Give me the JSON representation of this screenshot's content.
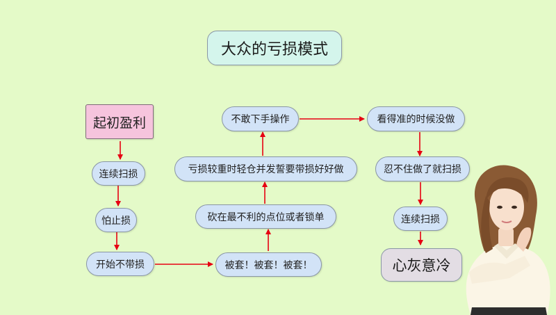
{
  "title": "大众的亏损模式",
  "colors": {
    "background": "#e4fac8",
    "node_fill": "#d2e3f7",
    "arrow": "#e60012",
    "start_fill": "#f6c4dd",
    "end_fill": "#e3dde4",
    "title_fill": "#d4f5ec"
  },
  "nodes": {
    "start": "起初盈利",
    "n1": "连续扫损",
    "n2": "怕止损",
    "n3": "开始不带损",
    "n4": "被套！被套！被套！",
    "n5": "砍在最不利的点位或者锁单",
    "n6": "亏损较重时轻仓并发誓要带损好好做",
    "n7": "不敢下手操作",
    "n8": "看得准的时候没做",
    "n9": "忍不住做了就扫损",
    "n10": "连续扫损",
    "end": "心灰意冷"
  },
  "edges": [
    [
      "start",
      "n1"
    ],
    [
      "n1",
      "n2"
    ],
    [
      "n2",
      "n3"
    ],
    [
      "n3",
      "n4"
    ],
    [
      "n4",
      "n5"
    ],
    [
      "n5",
      "n6"
    ],
    [
      "n6",
      "n7"
    ],
    [
      "n7",
      "n8"
    ],
    [
      "n8",
      "n9"
    ],
    [
      "n9",
      "n10"
    ],
    [
      "n10",
      "end"
    ]
  ],
  "image": {
    "subject": "woman-illustration"
  }
}
